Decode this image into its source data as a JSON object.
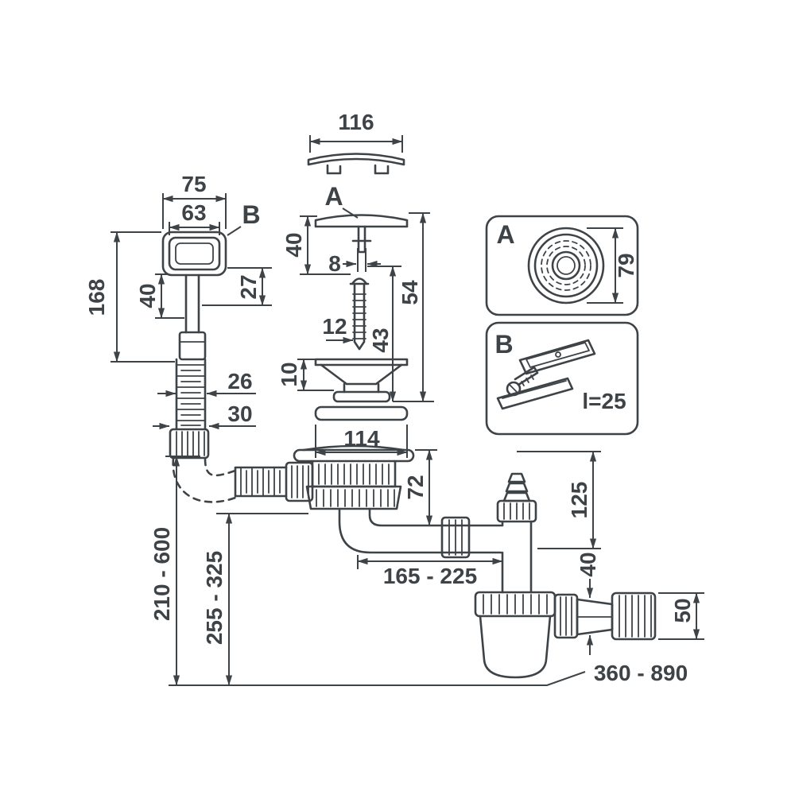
{
  "meta": {
    "background_color": "#ffffff",
    "line_color": "#3d4347",
    "drawing_type": "sink-siphon-dimensional-drawing"
  },
  "callouts": {
    "a_main": "A",
    "b_main": "B",
    "a_detail": "A",
    "b_detail": "B",
    "b_detail_length": "l=25"
  },
  "dims": {
    "cap_width": "116",
    "overflow_head_outer_width": "75",
    "overflow_head_inner_width": "63",
    "cover_assembly_height": "40",
    "cover_pin_width": "8",
    "overflow_head_depth": "27",
    "drain_total_height": "54",
    "drain_inner_height": "43",
    "screw_length": "12",
    "overflow_pipe_length": "168",
    "overflow_lower_segment": "40",
    "basket_height": "10",
    "overflow_hose_diameter": "26",
    "overflow_nut_width": "30",
    "flange_diameter": "114",
    "strainer_diameter": "79",
    "strainer_body_height": "72",
    "riser_height": "125",
    "horizontal_pipe_range": "165 - 225",
    "outlet_pipe_diameter": "40",
    "outlet_coupling_diameter": "50",
    "installation_height_range": "210 - 600",
    "trap_height_range": "255 - 325",
    "outlet_length_range": "360 - 890"
  }
}
